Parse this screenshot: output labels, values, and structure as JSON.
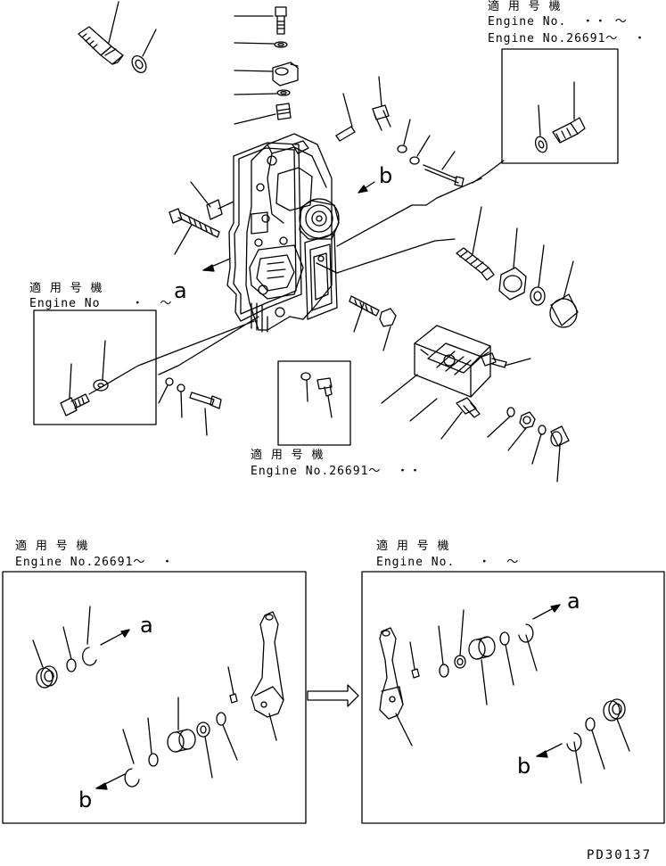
{
  "applicability_notes": {
    "top_right": {
      "title": "適 用 号 機",
      "engine": "Engine No.  ・・ ～",
      "engine2": "Engine No.26691～  ・"
    },
    "left": {
      "title": "適 用 号 機",
      "engine": "Engine No    ・  ～"
    },
    "center_bottom": {
      "title": "適 用 号 機",
      "engine": "Engine No.26691～  ・・"
    },
    "bottom_left": {
      "title": "適 用 号 機",
      "engine": "Engine No.26691～  ・"
    },
    "bottom_right": {
      "title": "適 用 号 機",
      "engine": "Engine No.   ・  ～"
    }
  },
  "view_labels": {
    "a_main": "a",
    "b_main": "b",
    "a_bottom_left": "a",
    "b_bottom_left": "b",
    "a_bottom_right": "a",
    "b_bottom_right": "b"
  },
  "drawing_id": "PD30137"
}
